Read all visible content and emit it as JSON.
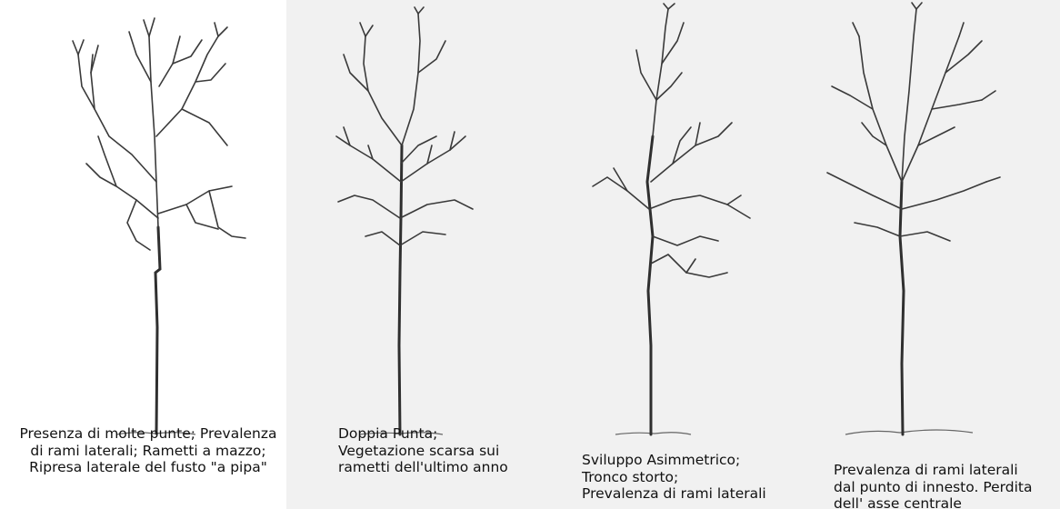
{
  "figure": {
    "captions": [
      {
        "lines": [
          "Presenza di molte punte; Prevalenza",
          "di rami laterali; Rametti a mazzo;",
          "Ripresa laterale  del fusto \"a pipa\""
        ]
      },
      {
        "lines": [
          "Doppia Punta;",
          "Vegetazione scarsa sui",
          "rametti dell'ultimo anno"
        ]
      },
      {
        "lines": [
          "Sviluppo Asimmetrico;",
          "Tronco storto;",
          "Prevalenza di rami laterali"
        ]
      },
      {
        "lines": [
          "Prevalenza di rami laterali",
          "dal punto di innesto. Perdita",
          "dell' asse centrale"
        ]
      }
    ],
    "colors": {
      "ink": "#3a3a3a",
      "panel_background": "#f1f1f1"
    }
  }
}
